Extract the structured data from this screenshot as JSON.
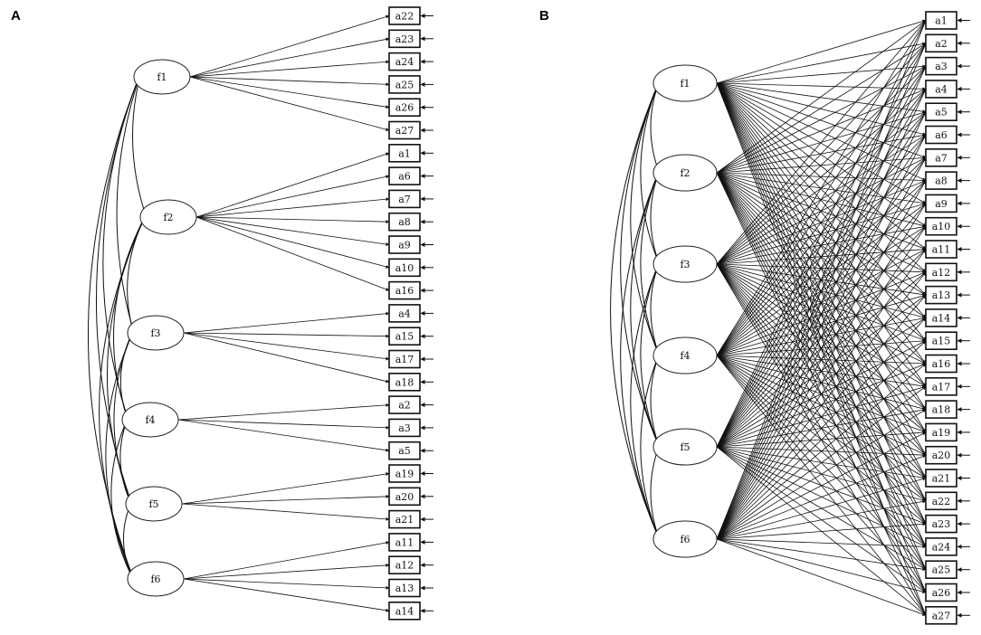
{
  "panels": [
    {
      "id": "A",
      "label": "A",
      "factors": [
        "f1",
        "f2",
        "f3",
        "f4",
        "f5",
        "f6"
      ],
      "indicators": [
        "a22",
        "a23",
        "a24",
        "a25",
        "a26",
        "a27",
        "a1",
        "a6",
        "a7",
        "a8",
        "a9",
        "a10",
        "a16",
        "a4",
        "a15",
        "a17",
        "a18",
        "a2",
        "a3",
        "a5",
        "a19",
        "a20",
        "a21",
        "a11",
        "a12",
        "a13",
        "a14"
      ],
      "loadings": {
        "f1": [
          "a22",
          "a23",
          "a24",
          "a25",
          "a26",
          "a27"
        ],
        "f2": [
          "a1",
          "a6",
          "a7",
          "a8",
          "a9",
          "a10",
          "a16"
        ],
        "f3": [
          "a4",
          "a15",
          "a17",
          "a18"
        ],
        "f4": [
          "a2",
          "a3",
          "a5"
        ],
        "f5": [
          "a19",
          "a20",
          "a21"
        ],
        "f6": [
          "a11",
          "a12",
          "a13",
          "a14"
        ]
      }
    },
    {
      "id": "B",
      "label": "B",
      "factors": [
        "f1",
        "f2",
        "f3",
        "f4",
        "f5",
        "f6"
      ],
      "indicators": [
        "a1",
        "a2",
        "a3",
        "a4",
        "a5",
        "a6",
        "a7",
        "a8",
        "a9",
        "a10",
        "a11",
        "a12",
        "a13",
        "a14",
        "a15",
        "a16",
        "a17",
        "a18",
        "a19",
        "a20",
        "a21",
        "a22",
        "a23",
        "a24",
        "a25",
        "a26",
        "a27"
      ],
      "loadings": "all"
    }
  ]
}
